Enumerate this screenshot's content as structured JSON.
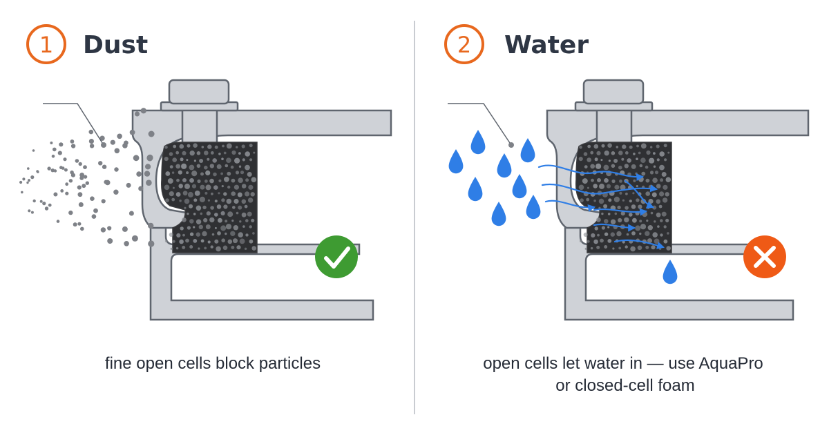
{
  "colors": {
    "accent_orange": "#e8681e",
    "title_text": "#2e3644",
    "caption_text": "#252b36",
    "metal_fill": "#cfd2d7",
    "metal_stroke": "#5f656e",
    "foam_fill": "#2f3033",
    "foam_cell": "#8a8d92",
    "dust_dot": "#7e8187",
    "water_blue": "#2f7ee6",
    "success_green": "#3e9b32",
    "fail_orange": "#ef5a16",
    "divider": "#c9ccd1"
  },
  "panels": [
    {
      "step": "1",
      "title": "Dust",
      "caption_lines": [
        "fine open cells block particles"
      ],
      "status_icon": "check-icon",
      "result": "pass"
    },
    {
      "step": "2",
      "title": "Water",
      "caption_lines": [
        "open cells let water in — use AquaPro",
        "or closed-cell foam"
      ],
      "status_icon": "cross-icon",
      "result": "fail"
    }
  ]
}
